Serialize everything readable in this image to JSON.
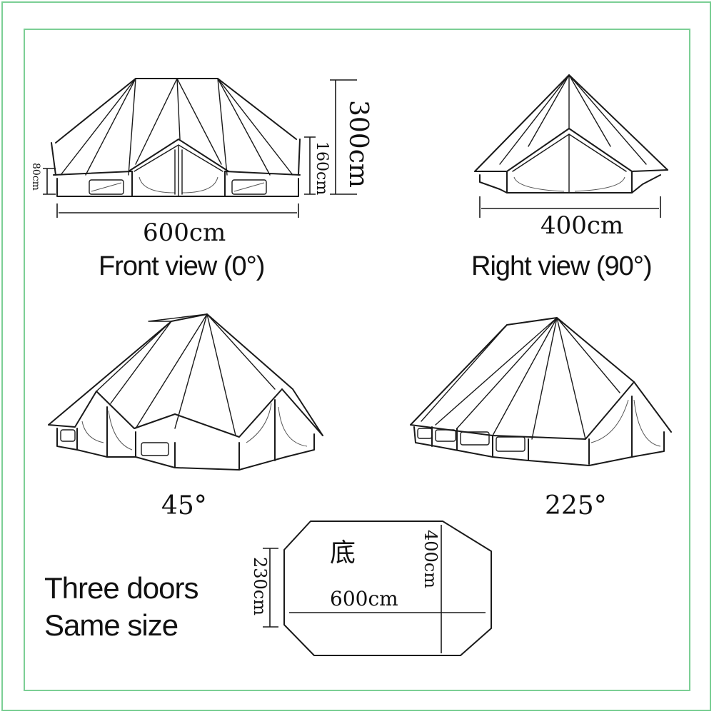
{
  "front_view": {
    "width_dim": "600cm",
    "height_dim": "300cm",
    "side_height_dim": "160cm",
    "wall_height_dim": "80cm",
    "caption": "Front view (0°)"
  },
  "right_view": {
    "width_dim": "400cm",
    "caption": "Right view (90°)"
  },
  "view_45": {
    "caption": "45°"
  },
  "view_225": {
    "caption": "225°"
  },
  "floor_plan": {
    "label": "底",
    "length_dim": "600cm",
    "width_dim": "400cm",
    "side_dim": "230cm"
  },
  "note": {
    "line1": "Three doors",
    "line2": "Same size"
  },
  "colors": {
    "frame": "#7ccf95",
    "ink": "#1a1a1a",
    "background": "#ffffff"
  }
}
